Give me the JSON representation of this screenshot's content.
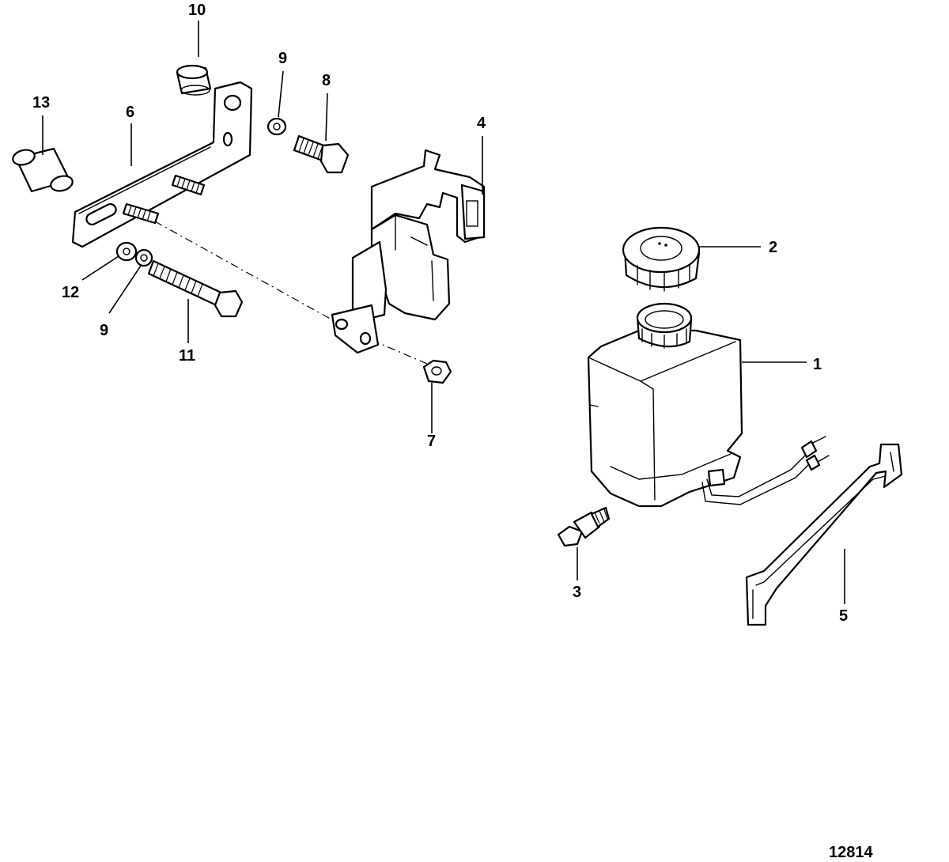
{
  "diagram_number": "12814",
  "callouts": [
    "1",
    "2",
    "3",
    "4",
    "5",
    "6",
    "7",
    "8",
    "9",
    "9",
    "10",
    "11",
    "12",
    "13"
  ]
}
